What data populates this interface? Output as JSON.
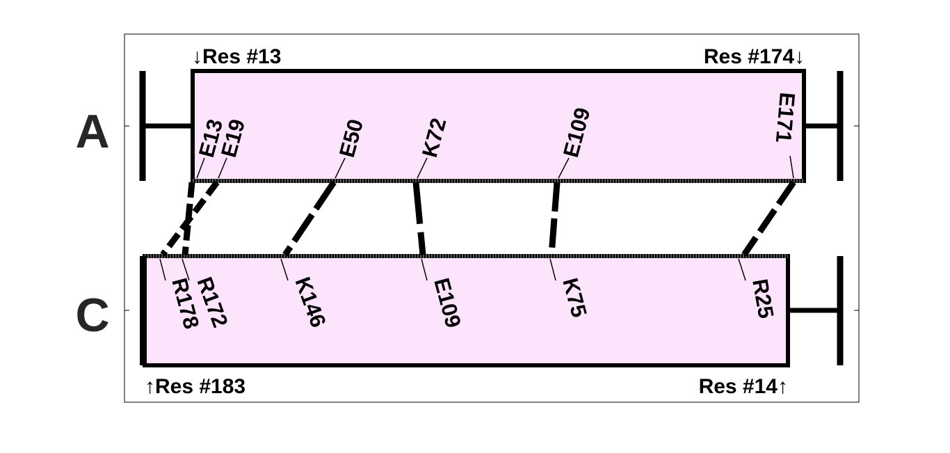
{
  "chains": {
    "top": {
      "letter": "A",
      "start_label": "Res #13",
      "end_label": "Res #174",
      "start_arrow": "↓",
      "end_arrow": "↓",
      "sites": [
        "E13",
        "E19",
        "E50",
        "K72",
        "E109",
        "E171"
      ]
    },
    "bottom": {
      "letter": "C",
      "start_label": "Res #183",
      "end_label": "Res #14",
      "start_arrow": "↑",
      "end_arrow": "↑",
      "sites": [
        "R178",
        "R172",
        "K146",
        "E109",
        "K75",
        "R25"
      ]
    }
  },
  "links": [
    {
      "from": "E13",
      "to": "R172"
    },
    {
      "from": "E19",
      "to": "R178"
    },
    {
      "from": "E50",
      "to": "K146"
    },
    {
      "from": "K72",
      "to": "E109"
    },
    {
      "from": "E109",
      "to": "K75"
    },
    {
      "from": "E171",
      "to": "R25"
    }
  ],
  "colors": {
    "box_fill": "#fde4fd",
    "stroke": "#000000",
    "letter": "#262626"
  }
}
